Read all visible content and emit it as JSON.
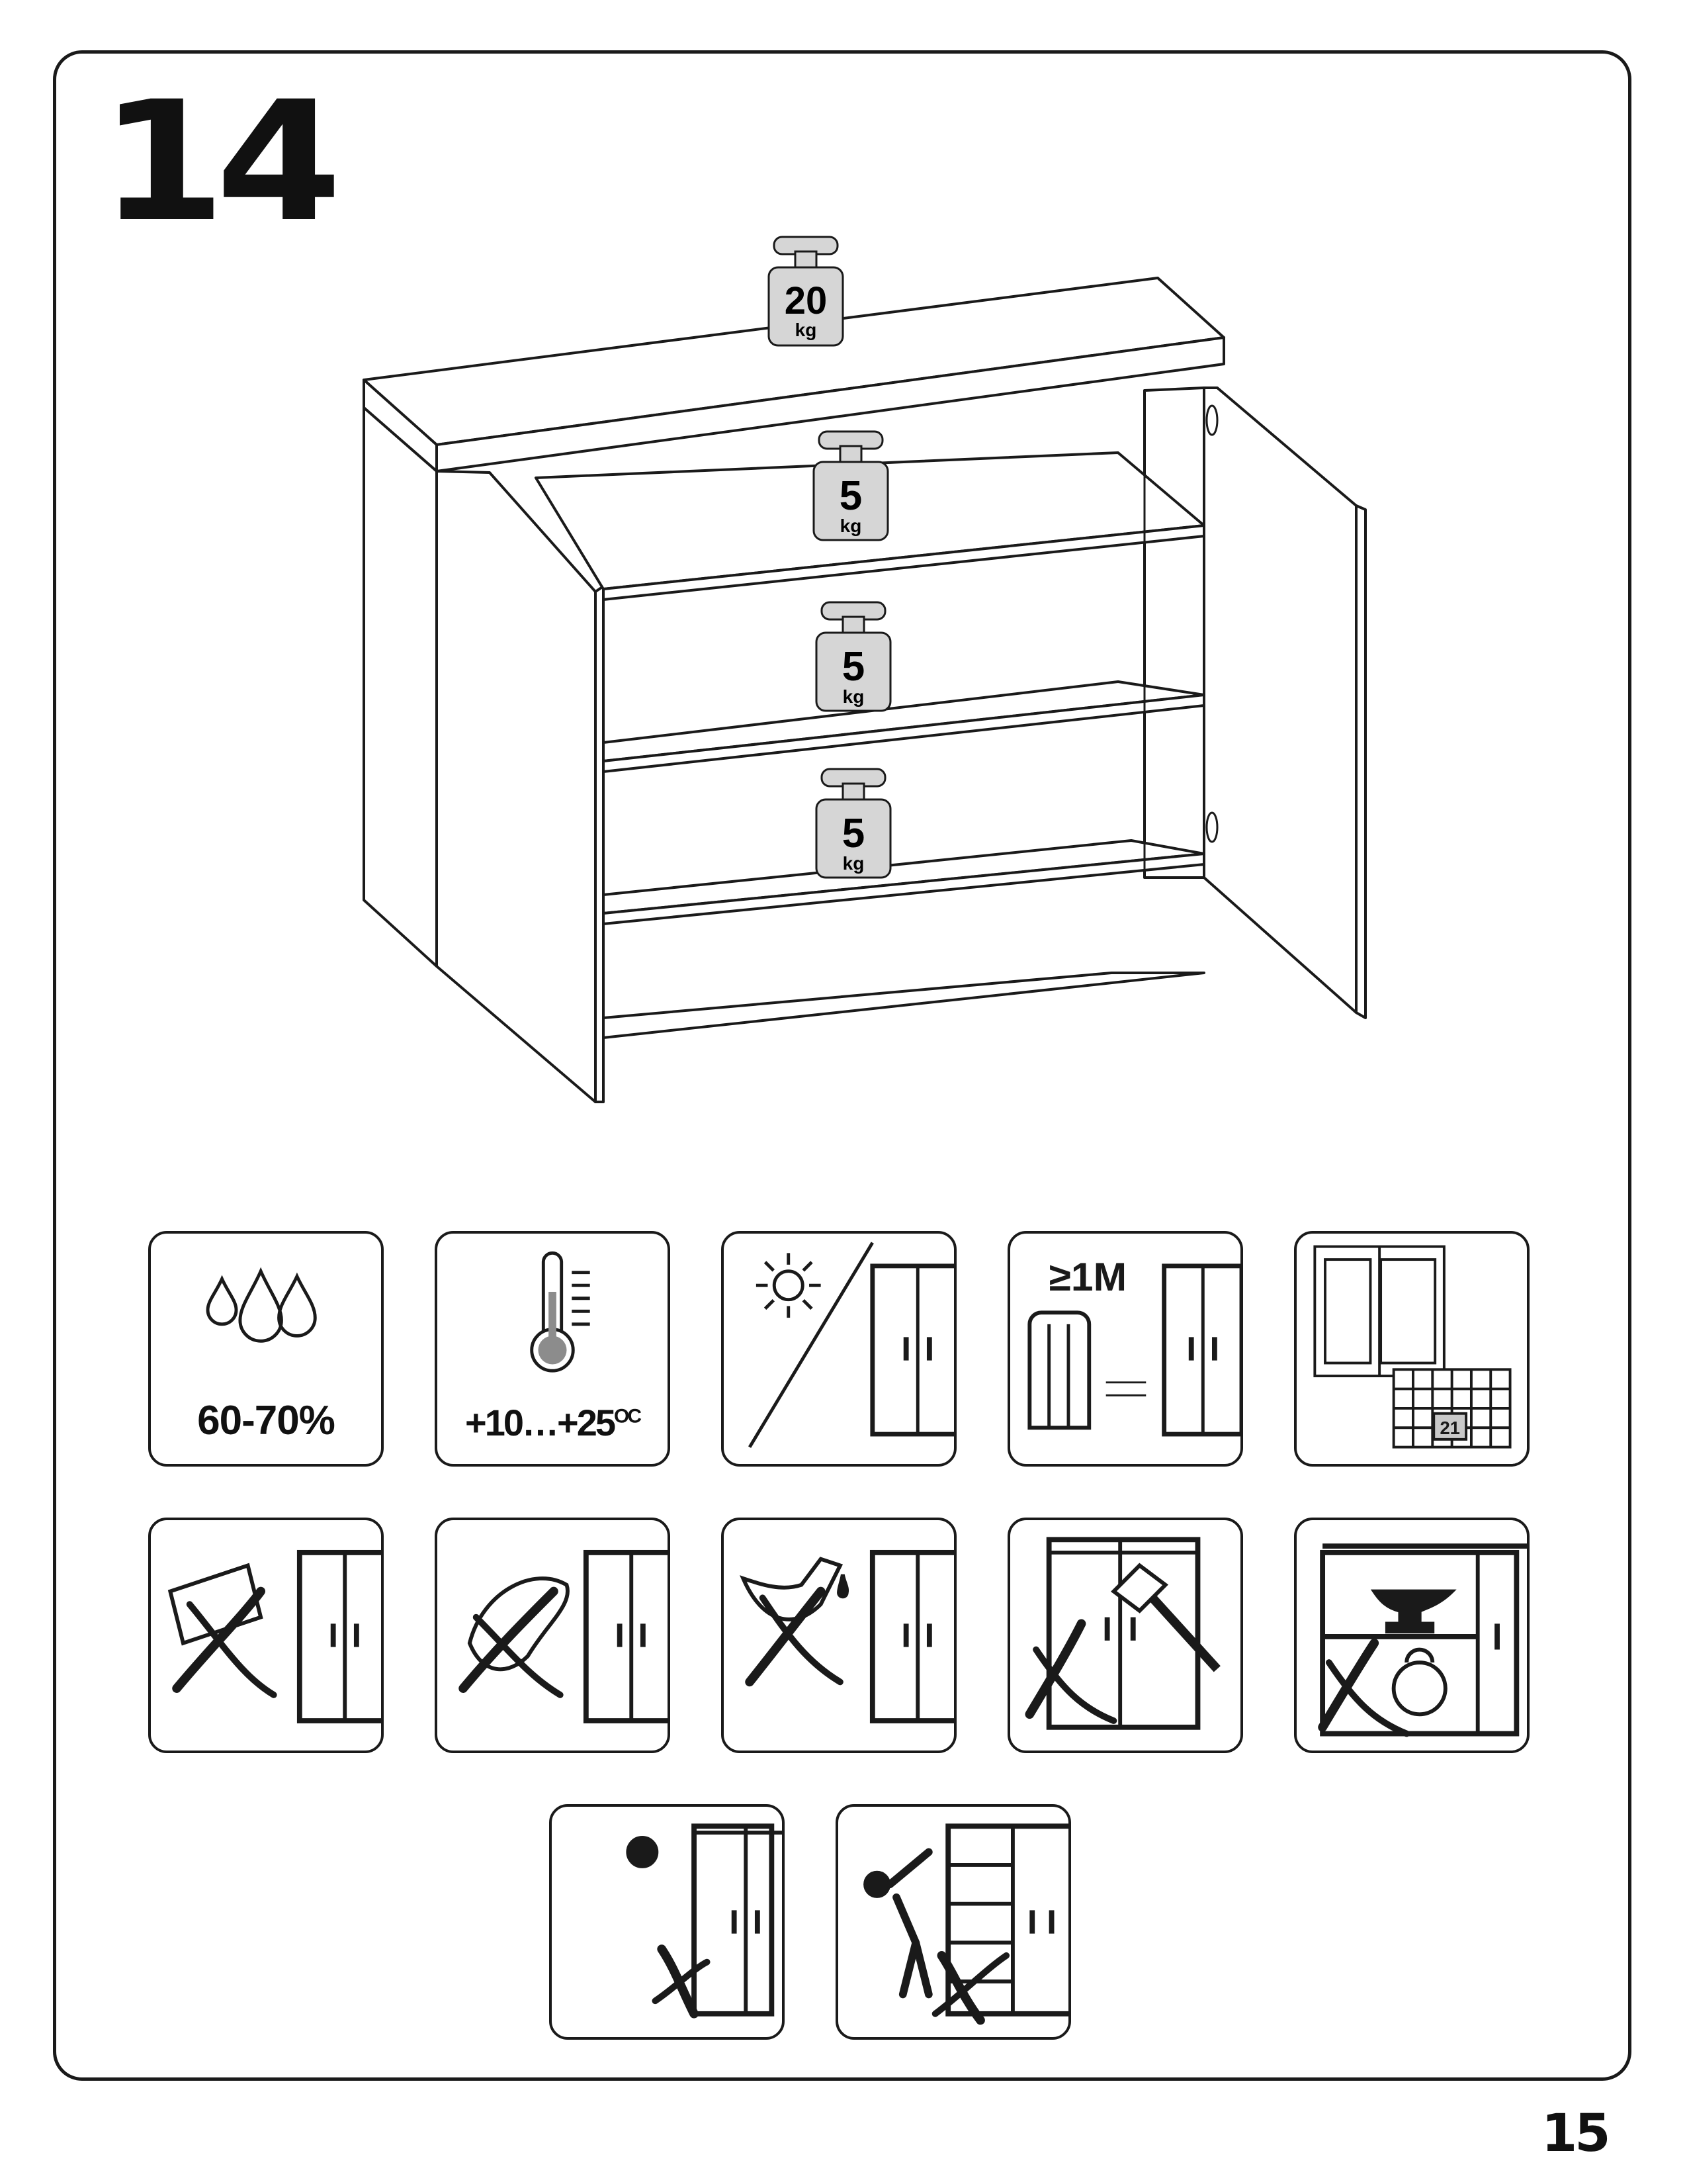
{
  "step": {
    "number": "14"
  },
  "page": {
    "number": "15"
  },
  "weights": [
    {
      "value": "20",
      "unit": "kg"
    },
    {
      "value": "5",
      "unit": "kg"
    },
    {
      "value": "5",
      "unit": "kg"
    },
    {
      "value": "5",
      "unit": "kg"
    }
  ],
  "care_icons": {
    "humidity": {
      "label": "60-70%",
      "icon": "water-drops-icon"
    },
    "temperature": {
      "label": "+10…+25",
      "unit": "OC",
      "icon": "thermometer-icon"
    },
    "sunlight": {
      "icon": "no-direct-sunlight-icon"
    },
    "heater_distance": {
      "label": "≥1M",
      "icon": "heater-distance-icon"
    },
    "ventilate": {
      "calendar_day": "21",
      "icon": "ventilate-room-icon"
    },
    "no_chemicals": {
      "icon": "no-chemical-cleaners-icon"
    },
    "no_wet_cloth": {
      "icon": "no-wet-cloth-icon"
    },
    "no_oil": {
      "icon": "no-oil-icon"
    },
    "no_hammer": {
      "icon": "no-hammer-icon"
    },
    "no_heavy": {
      "icon": "no-heavy-load-icon"
    },
    "no_children": {
      "icon": "no-child-leaning-icon"
    },
    "no_climbing": {
      "icon": "no-climbing-icon"
    }
  }
}
